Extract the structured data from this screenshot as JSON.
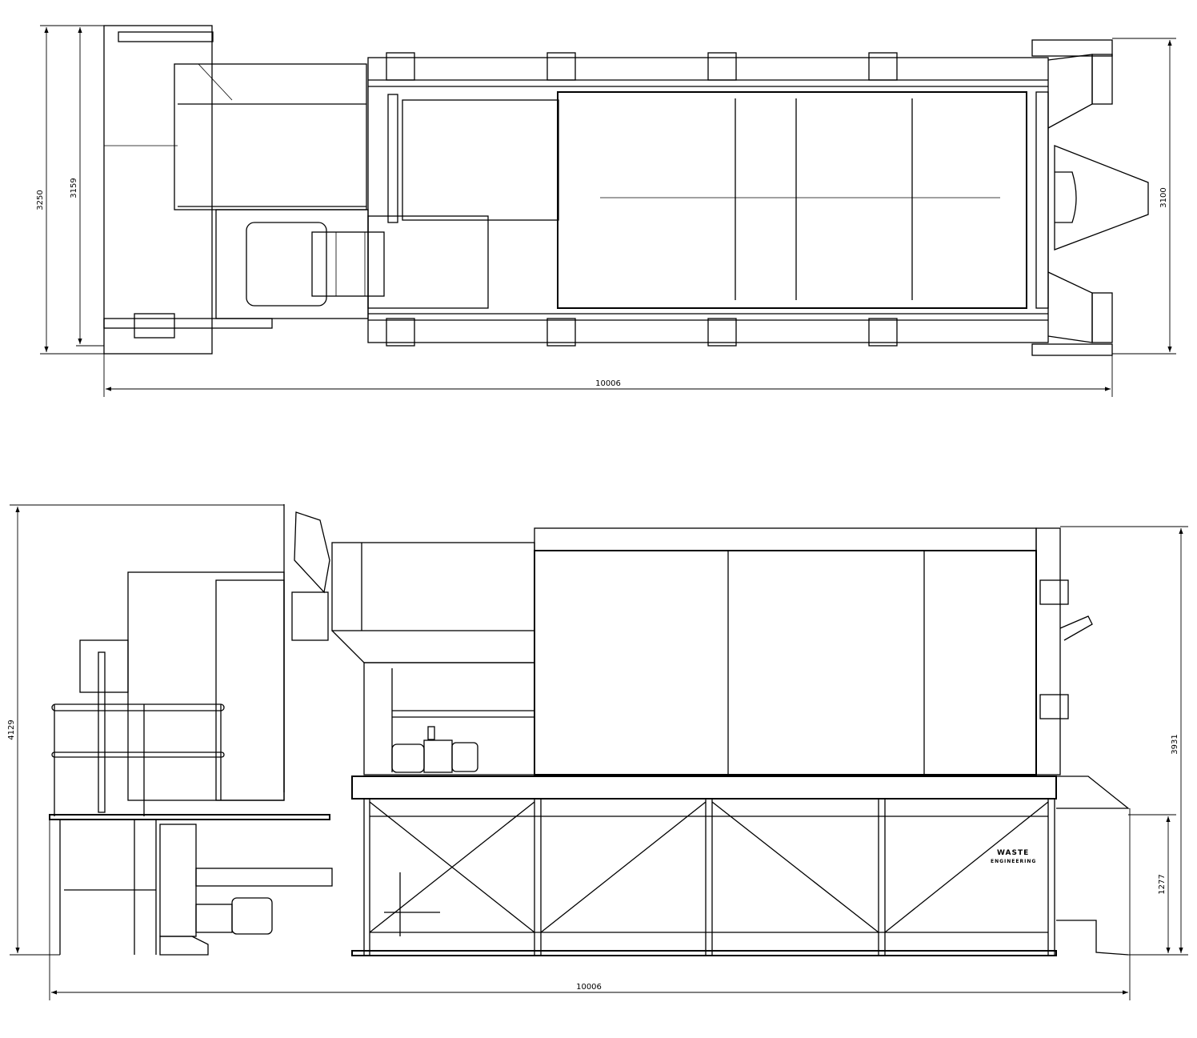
{
  "top_view": {
    "dimensions": {
      "overall_width_left": "3250",
      "inner_width_left": "3159",
      "width_right": "3100",
      "overall_length": "10006"
    }
  },
  "side_view": {
    "dimensions": {
      "overall_height_left": "4129",
      "height_right": "3931",
      "frame_height": "1277",
      "overall_length": "10006"
    },
    "logo_text": [
      "WASTE",
      "ENGINEERING"
    ]
  }
}
